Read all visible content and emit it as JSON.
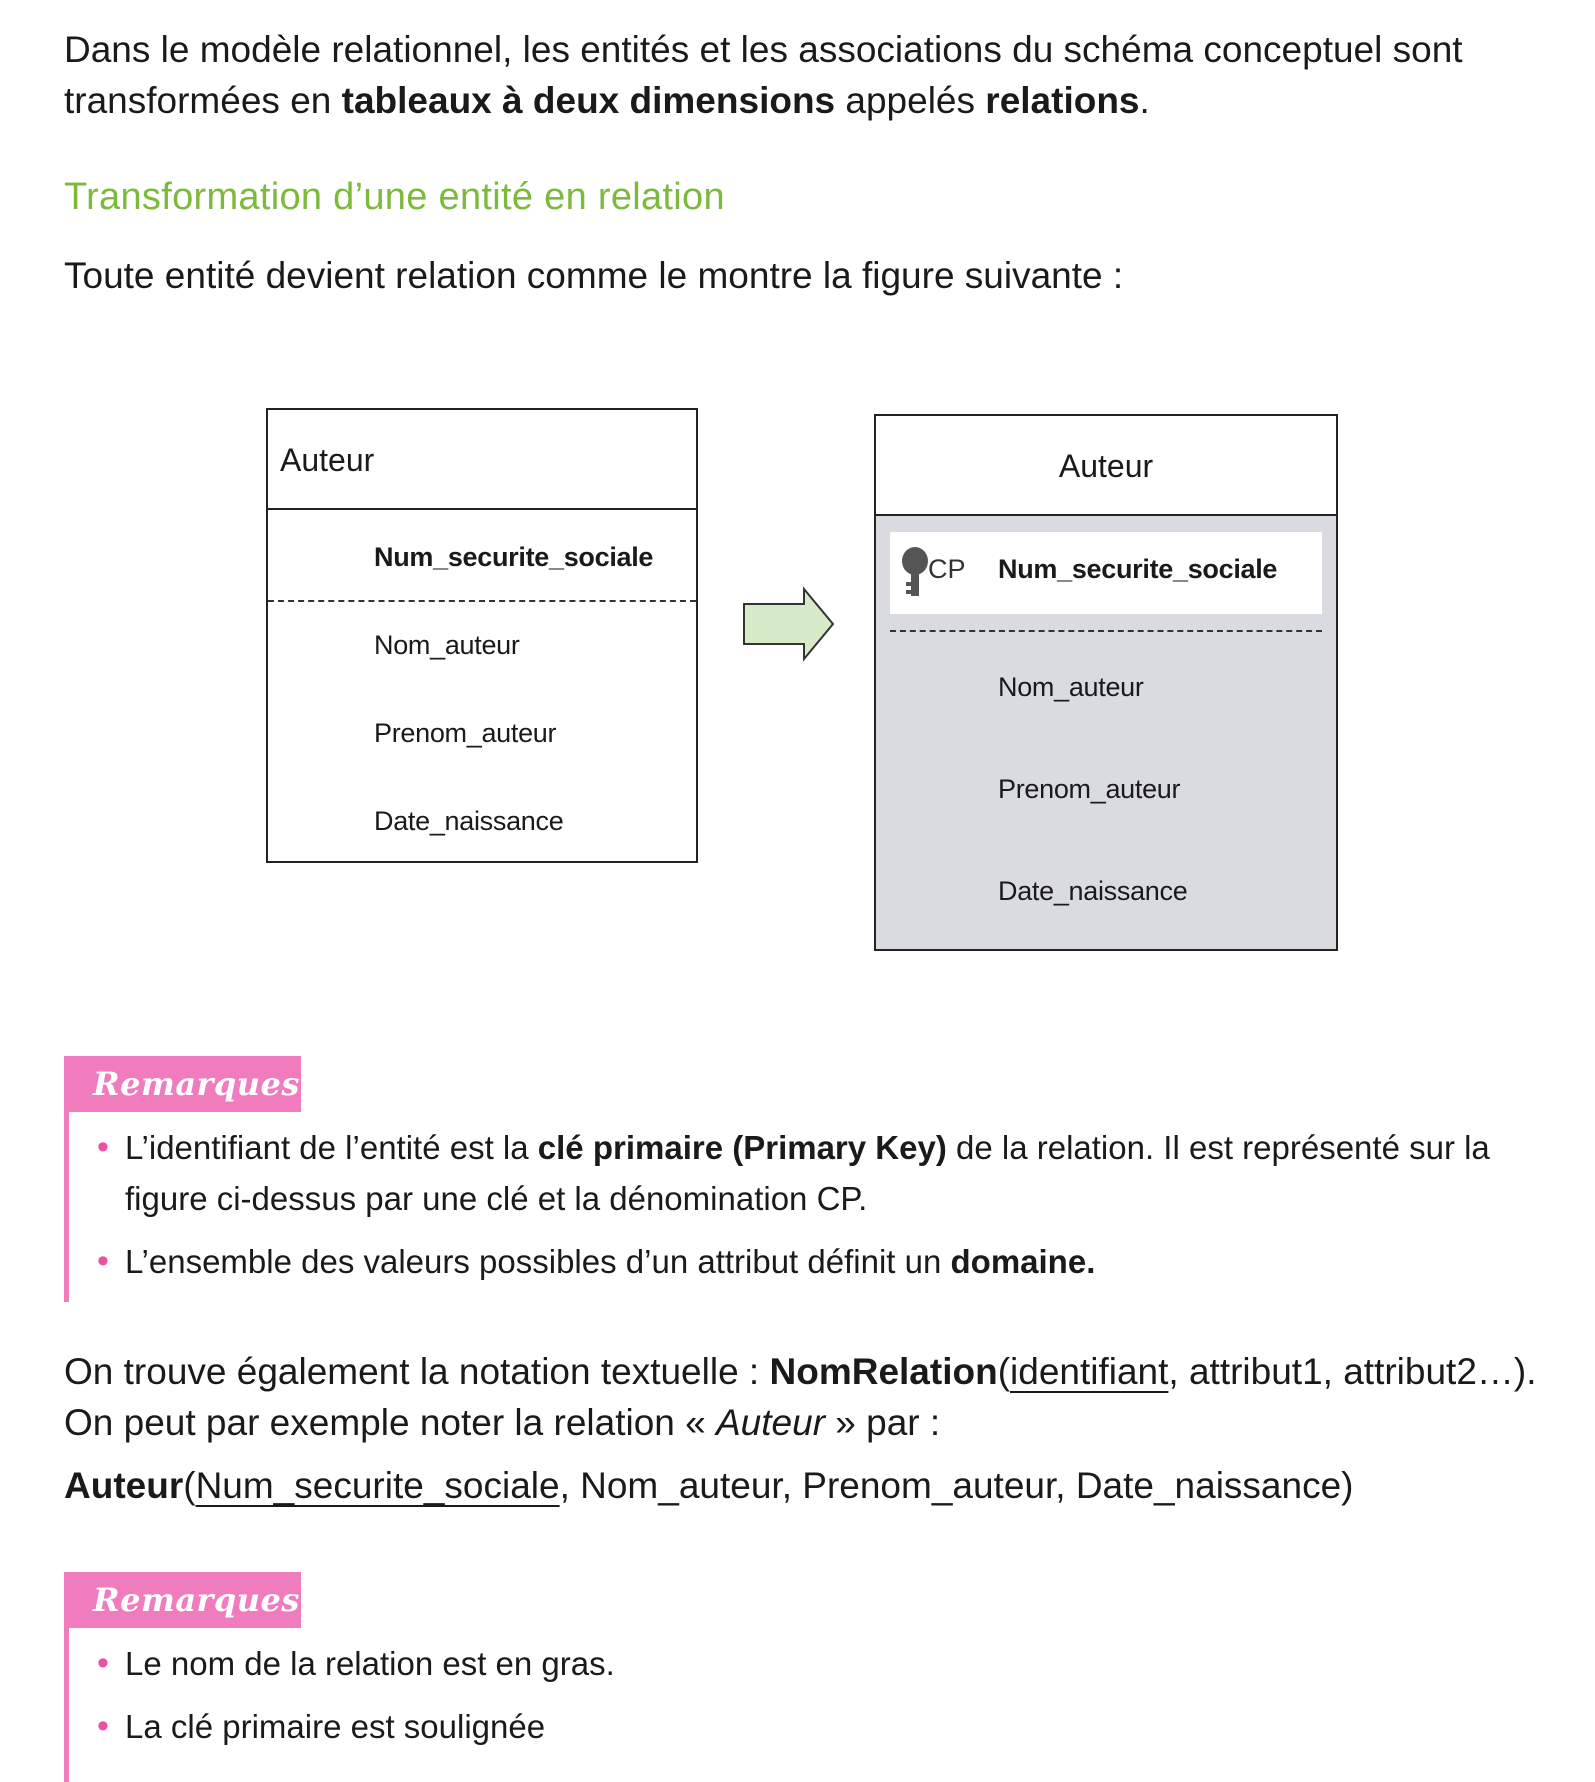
{
  "intro": {
    "part1": "Dans le modèle relationnel, les entités et les associations du schéma conceptuel sont transformées en ",
    "bold1": "tableaux à deux dimensions",
    "part2": " appelés ",
    "bold2": "relations",
    "part3": "."
  },
  "section_heading": "Transformation d’une entité en relation",
  "figure_intro": "Toute entité devient relation comme le montre la figure suivante :",
  "figure": {
    "entity_left": {
      "title": "Auteur",
      "identifier": "Num_securite_sociale",
      "attributes": [
        "Nom_auteur",
        "Prenom_auteur",
        "Date_naissance"
      ]
    },
    "entity_right": {
      "title": "Auteur",
      "pk_label": "CP",
      "primary_key": "Num_securite_sociale",
      "attributes": [
        "Nom_auteur",
        "Prenom_auteur",
        "Date_naissance"
      ]
    },
    "arrow_color": "#d8ebc8",
    "box_fill_right": "#d9dbe1"
  },
  "remarks1": {
    "tag": "Remarques",
    "item1": {
      "part1": "L’identifiant de l’entité est la ",
      "bold": "clé primaire (Primary Key)",
      "part2": " de la relation. Il est représenté sur la figure ci-dessus par une clé et la dénomination CP."
    },
    "item2": {
      "part1": "L’ensemble des valeurs possibles d’un attribut définit un ",
      "bold": "domaine."
    }
  },
  "notation": {
    "part1": "On trouve également la notation textuelle : ",
    "bold": "NomRelation",
    "open": "(",
    "underlined": "identifiant",
    "part2": ", attribut1, attribut2…). On peut par exemple noter la relation « ",
    "italic": "Auteur",
    "part3": " » par :"
  },
  "example": {
    "bold": "Auteur",
    "open": "(",
    "underlined": "Num_securite_sociale",
    "rest": ", Nom_auteur, Prenom_auteur, Date_naissance)"
  },
  "remarks2": {
    "tag": "Remarques",
    "item1": "Le nom de la relation est en gras.",
    "item2": "La clé primaire est soulignée"
  },
  "colors": {
    "heading_green": "#7cba3c",
    "remark_pink": "#f07bbd",
    "bullet_pink": "#ec4fa3"
  }
}
